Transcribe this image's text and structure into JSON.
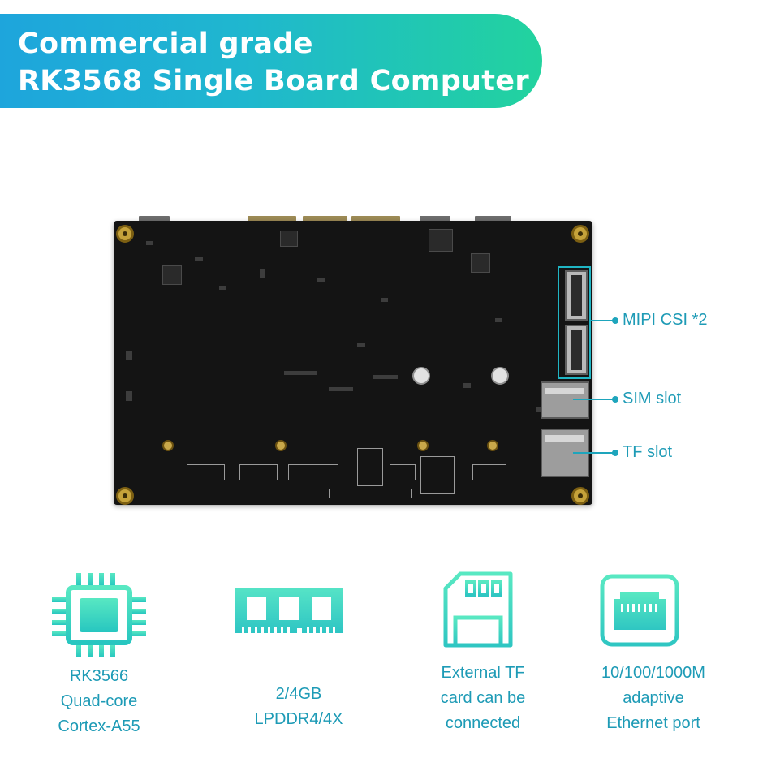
{
  "banner": {
    "line1": "Commercial grade",
    "line2": "RK3568 Single Board Computer"
  },
  "callouts": {
    "mipi": "MIPI CSI *2",
    "sim": "SIM slot",
    "tf": "TF slot"
  },
  "features": [
    {
      "icon": "cpu-chip-icon",
      "lines": [
        "RK3566",
        "Quad-core",
        "Cortex-A55"
      ]
    },
    {
      "icon": "memory-module-icon",
      "lines": [
        "2/4GB",
        "LPDDR4/4X"
      ]
    },
    {
      "icon": "sd-card-icon",
      "lines": [
        "External TF",
        "card can be",
        "connected"
      ]
    },
    {
      "icon": "ethernet-port-icon",
      "lines": [
        "10/100/1000M",
        "adaptive",
        "Ethernet port"
      ]
    }
  ],
  "colors": {
    "banner_gradient_start": "#1ea5dc",
    "banner_gradient_end": "#22d39e",
    "accent_text": "#1e9bb6",
    "icon_fill": "#35dfc0"
  }
}
